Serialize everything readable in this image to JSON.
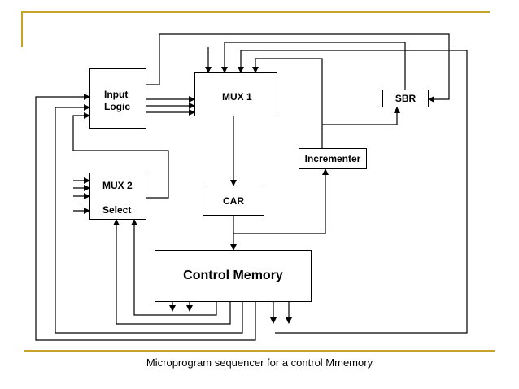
{
  "diagram": {
    "blocks": {
      "input_logic": [
        "Input",
        "Logic"
      ],
      "mux1": "MUX 1",
      "sbr": "SBR",
      "incrementer": "Incrementer",
      "mux2": {
        "title": "MUX 2",
        "subtitle": "Select"
      },
      "car": "CAR",
      "control_memory": "Control Memory"
    },
    "caption": "Microprogram sequencer for a control Mmemory",
    "colors": {
      "rule": "#c8a32a",
      "line": "#000000"
    }
  }
}
